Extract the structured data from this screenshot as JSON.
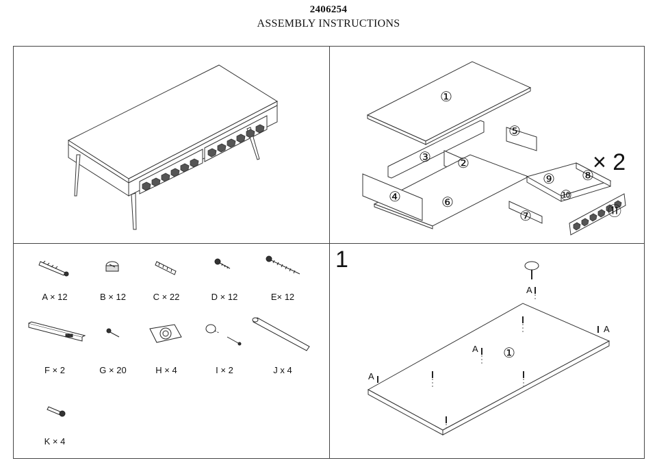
{
  "header": {
    "doc_number": "2406254",
    "title": "ASSEMBLY INSTRUCTIONS"
  },
  "exploded_view": {
    "part_numbers": [
      "①",
      "②",
      "③",
      "④",
      "⑤",
      "⑥",
      "⑦",
      "⑧",
      "⑨",
      "⑩",
      "⑪"
    ],
    "multiplier": "× 2"
  },
  "hardware": [
    {
      "id": "A",
      "label": "A × 12",
      "icon": "wall-anchor-screw-icon"
    },
    {
      "id": "B",
      "label": "B × 12",
      "icon": "cam-lock-icon"
    },
    {
      "id": "C",
      "label": "C × 22",
      "icon": "wood-dowel-icon"
    },
    {
      "id": "D",
      "label": "D × 12",
      "icon": "short-screw-icon"
    },
    {
      "id": "E",
      "label": "E× 12",
      "icon": "long-screw-icon"
    },
    {
      "id": "F",
      "label": "F × 2",
      "icon": "drawer-slide-icon"
    },
    {
      "id": "G",
      "label": "G × 20",
      "icon": "small-screw-icon"
    },
    {
      "id": "H",
      "label": "H × 4",
      "icon": "leg-mounting-plate-icon"
    },
    {
      "id": "I",
      "label": "I × 2",
      "icon": "knob-with-screw-icon"
    },
    {
      "id": "J",
      "label": "J x 4",
      "icon": "tapered-leg-icon"
    },
    {
      "id": "K",
      "label": "K × 4",
      "icon": "bolt-icon"
    }
  ],
  "step1": {
    "step_number": "1",
    "part_label": "①",
    "hardware_letter": "A"
  }
}
